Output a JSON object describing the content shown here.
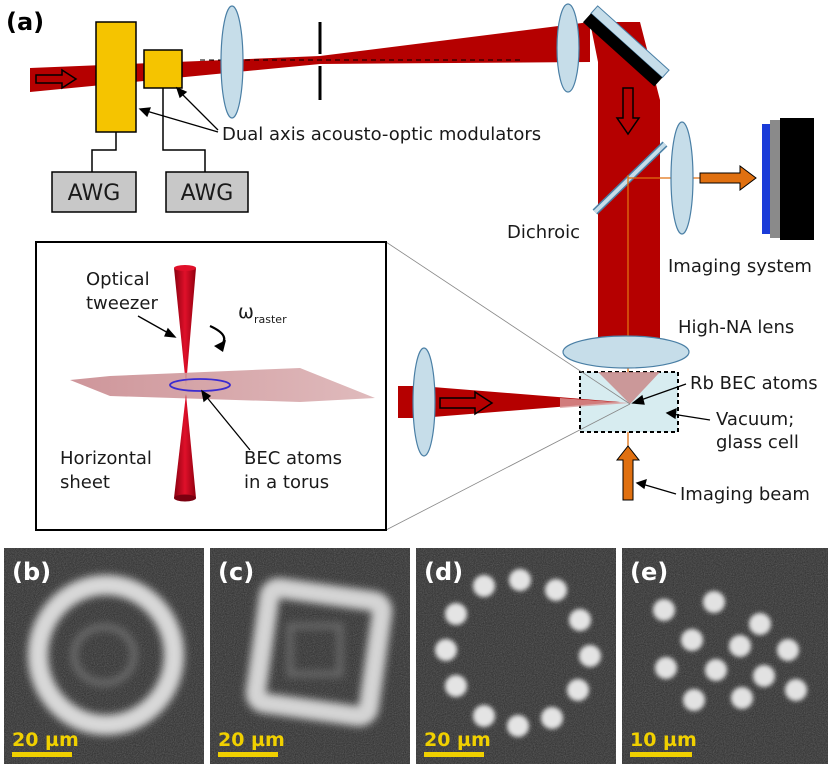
{
  "figure": {
    "panel_a_label": "(a)",
    "labels": {
      "aom": "Dual axis acousto-optic modulators",
      "awg1": "AWG",
      "awg2": "AWG",
      "dichroic": "Dichroic",
      "imaging_system": "Imaging system",
      "high_na_lens": "High-NA lens",
      "rb_bec_atoms": "Rb BEC atoms",
      "vacuum_line1": "Vacuum;",
      "vacuum_line2": "glass cell",
      "imaging_beam": "Imaging beam"
    },
    "inset": {
      "optical_line1": "Optical",
      "optical_line2": "tweezer",
      "omega": "ω",
      "omega_sub": "raster",
      "horizontal_line1": "Horizontal",
      "horizontal_line2": "sheet",
      "bec_line1": "BEC atoms",
      "bec_line2": "in a torus"
    },
    "panels": [
      {
        "letter": "(b)",
        "scale": "20 µm"
      },
      {
        "letter": "(c)",
        "scale": "20 µm"
      },
      {
        "letter": "(d)",
        "scale": "20 µm"
      },
      {
        "letter": "(e)",
        "scale": "10 µm"
      }
    ],
    "colors": {
      "beam": "#b50000",
      "aom": "#f5c400",
      "lens": "#c6dde9",
      "awg_box": "#c8c8c8",
      "probe": "#e07010"
    }
  }
}
